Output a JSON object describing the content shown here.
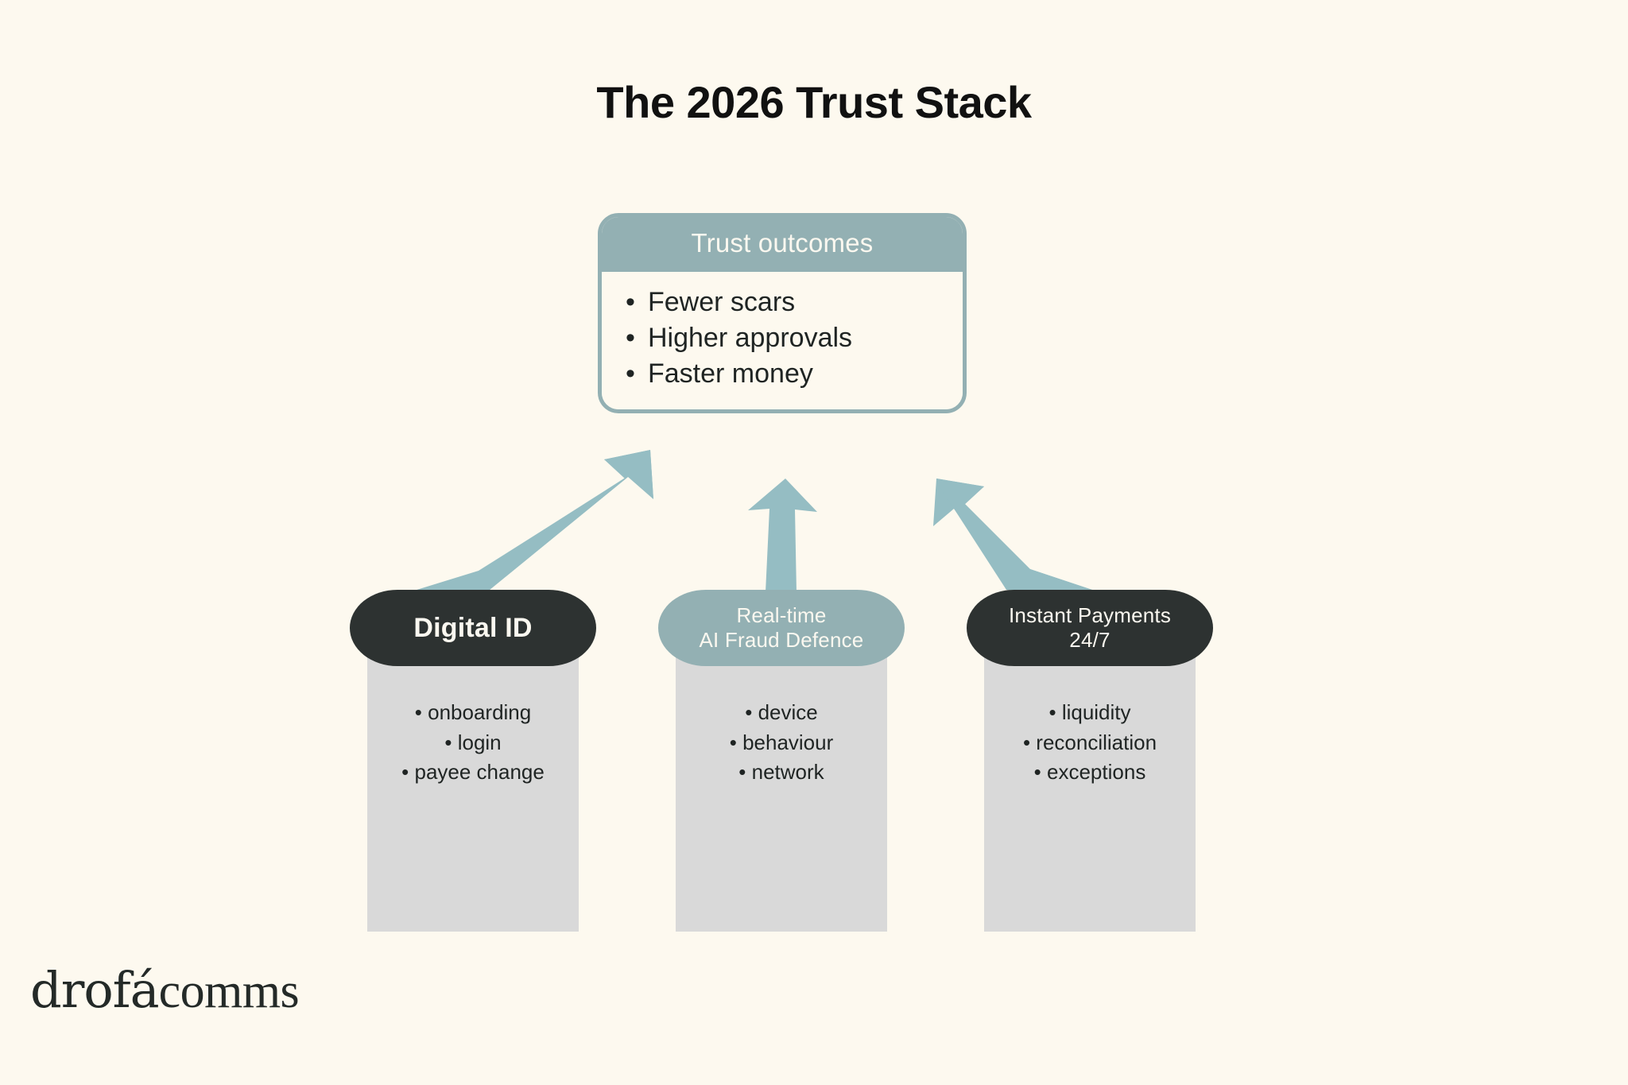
{
  "title": "The 2026 Trust Stack",
  "colors": {
    "background": "#fdf9ef",
    "teal": "#93b0b3",
    "arrow_teal": "#95bdc3",
    "dark": "#2d3231",
    "pillar_body": "#d9d9d9",
    "text": "#1f2423",
    "title_text": "#111111"
  },
  "outcomes_card": {
    "header": "Trust outcomes",
    "items": [
      "Fewer scars",
      "Higher approvals",
      "Faster money"
    ]
  },
  "pillars": [
    {
      "cap_lines": [
        "Digital ID"
      ],
      "cap_style": "dark",
      "cap_size": "large",
      "items": [
        "onboarding",
        "login",
        "payee change"
      ]
    },
    {
      "cap_lines": [
        "Real-time",
        "AI Fraud Defence"
      ],
      "cap_style": "teal",
      "cap_size": "small",
      "items": [
        "device",
        "behaviour",
        "network"
      ]
    },
    {
      "cap_lines": [
        "Instant Payments",
        "24/7"
      ],
      "cap_style": "dark",
      "cap_size": "small",
      "items": [
        "liquidity",
        "reconciliation",
        "exceptions"
      ]
    }
  ],
  "arrows": [
    {
      "name": "arrow-digital-id-to-outcomes",
      "direction": "up-right"
    },
    {
      "name": "arrow-fraud-defence-to-outcomes",
      "direction": "up"
    },
    {
      "name": "arrow-instant-payments-to-outcomes",
      "direction": "up-left"
    }
  ],
  "logo": {
    "part_one": "drofá",
    "part_two": "comms"
  },
  "bullet_glyph": "•"
}
